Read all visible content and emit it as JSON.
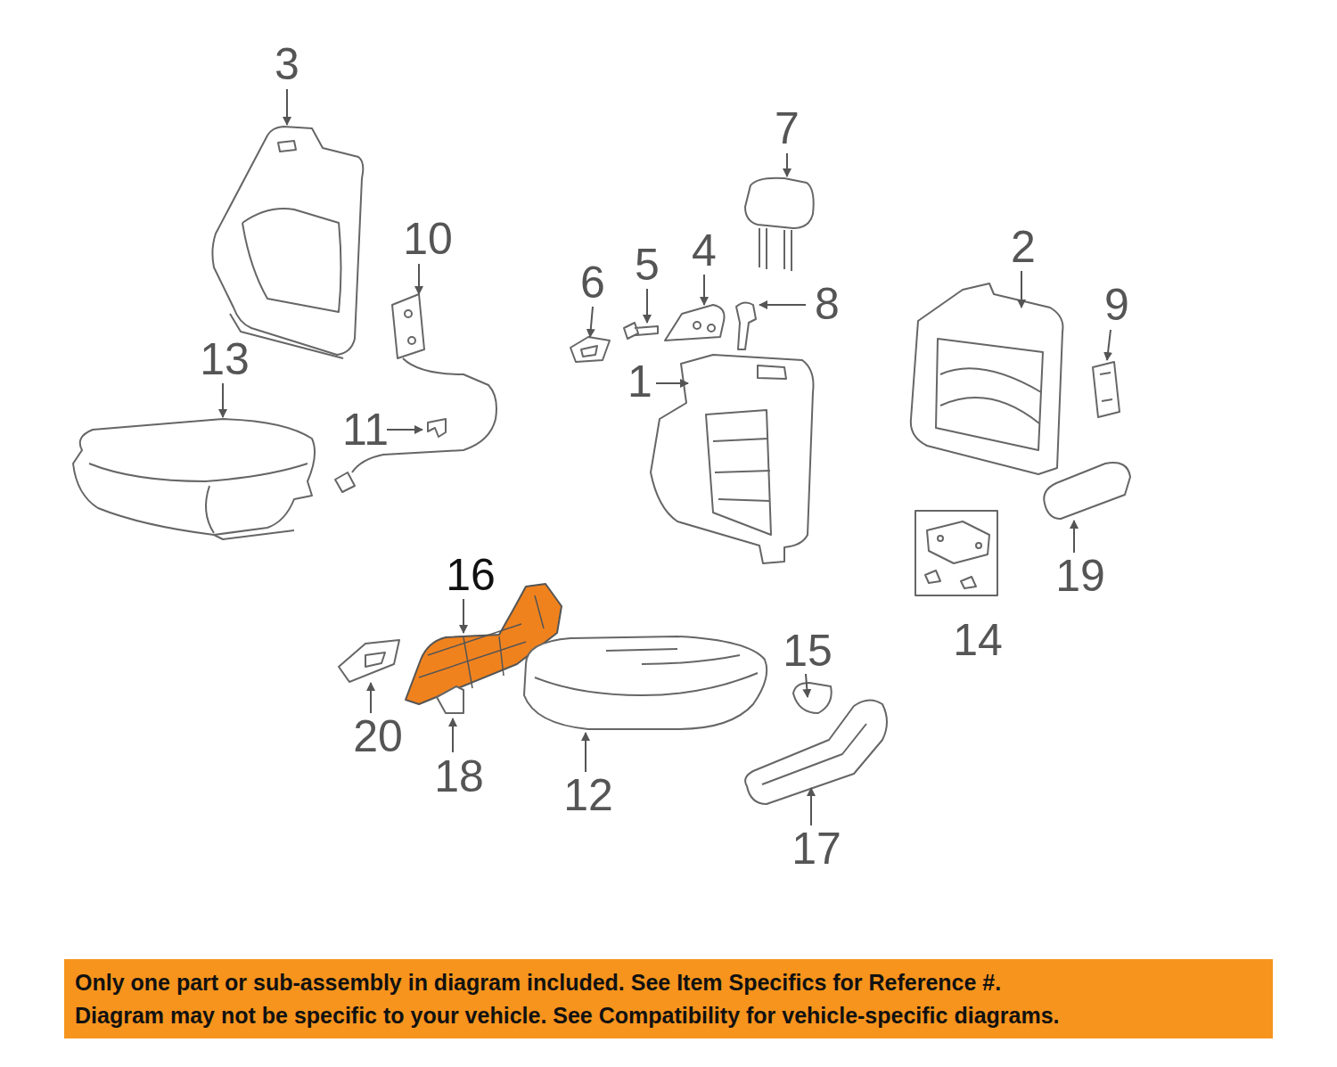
{
  "diagram": {
    "nodes": [
      {
        "text": [
          "Only one part or sub-assembly in diagram included. See Item Specifics for Reference #.",
          "Diagram may not be specific to your vehicle. See Compatibility for vehicle-specific diagrams."
        ]
      }
    ],
    "labels": [
      "3",
      "10",
      "13",
      "11",
      "7",
      "6",
      "5",
      "4",
      "8",
      "1",
      "2",
      "9",
      "19",
      "14",
      "16",
      "15",
      "20",
      "18",
      "12",
      "17"
    ]
  }
}
